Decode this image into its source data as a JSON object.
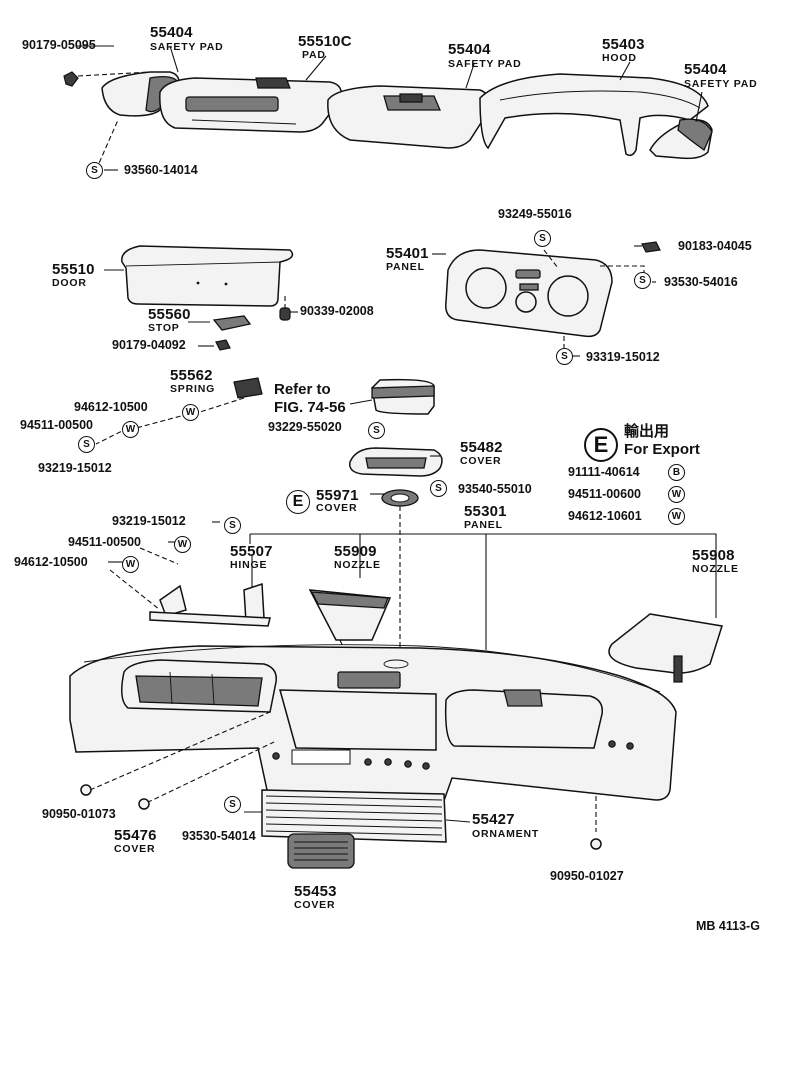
{
  "labels": {
    "p_90179_05095": "90179-05095",
    "p_55404_a": "55404",
    "n_safety_pad_a": "SAFETY PAD",
    "p_55510c": "55510C",
    "n_pad": "PAD",
    "p_55404_b": "55404",
    "n_safety_pad_b": "SAFETY PAD",
    "p_55403": "55403",
    "n_hood": "HOOD",
    "p_55404_c": "55404",
    "n_safety_pad_c": "SAFETY PAD",
    "p_93560_14014": "93560-14014",
    "p_93249_55016": "93249-55016",
    "p_90183_04045": "90183-04045",
    "p_55510": "55510",
    "n_door": "DOOR",
    "p_55401": "55401",
    "n_panel_a": "PANEL",
    "p_93530_54016": "93530-54016",
    "p_55560": "55560",
    "n_stop": "STOP",
    "p_90339_02008": "90339-02008",
    "p_90179_04092": "90179-04092",
    "p_93319_15012": "93319-15012",
    "p_55562": "55562",
    "n_spring": "SPRING",
    "refer_1": "Refer to",
    "refer_2": "FIG. 74-56",
    "p_94612_10500_a": "94612-10500",
    "p_94511_00500_a": "94511-00500",
    "p_93219_15012_a": "93219-15012",
    "p_93229_55020": "93229-55020",
    "p_55482": "55482",
    "n_cover_a": "COVER",
    "export_cjk": "輸出用",
    "export_en": "For Export",
    "p_91111_40614": "91111-40614",
    "p_94511_00600": "94511-00600",
    "p_94612_10601": "94612-10601",
    "p_55971": "55971",
    "n_cover_b": "COVER",
    "p_93540_55010": "93540-55010",
    "p_55301": "55301",
    "n_panel_b": "PANEL",
    "p_93219_15012_b": "93219-15012",
    "p_94511_00500_b": "94511-00500",
    "p_94612_10500_b": "94612-10500",
    "p_55507": "55507",
    "n_hinge": "HINGE",
    "p_55909": "55909",
    "n_nozzle_a": "NOZZLE",
    "p_55908": "55908",
    "n_nozzle_b": "NOZZLE",
    "p_90950_01073": "90950-01073",
    "p_55476": "55476",
    "n_cover_c": "COVER",
    "p_93530_54014": "93530-54014",
    "p_55427": "55427",
    "n_ornament": "ORNAMENT",
    "p_90950_01027": "90950-01027",
    "p_55453": "55453",
    "n_cover_d": "COVER",
    "ref_code": "MB  4113-G"
  },
  "symbols": {
    "s": "S",
    "w": "W",
    "b": "B",
    "e": "E"
  }
}
